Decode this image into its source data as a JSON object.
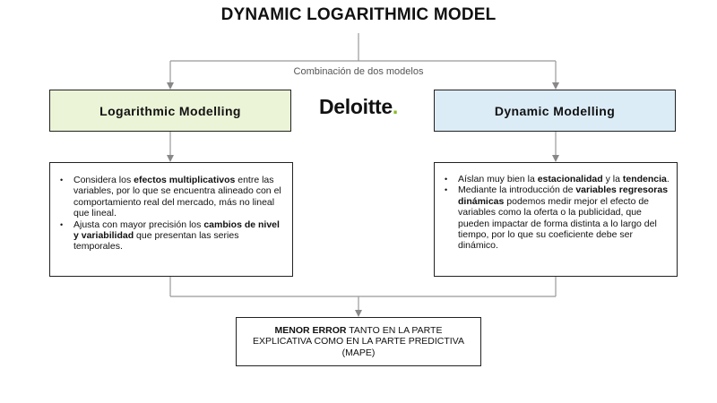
{
  "title": "DYNAMIC LOGARITHMIC MODEL",
  "combination_label": "Combinación de dos modelos",
  "logo": {
    "name": "Deloitte",
    "dot": ".",
    "dot_color": "#86bc25"
  },
  "left_model": {
    "label": "Logarithmic Modelling",
    "fill_color": "#ebf4d7",
    "bullets": [
      [
        {
          "text": "Considera los ",
          "bold": false
        },
        {
          "text": "efectos multiplicativos",
          "bold": true
        },
        {
          "text": " entre las variables, por lo que se encuentra alineado con el comportamiento real del mercado, más no lineal que lineal.",
          "bold": false
        }
      ],
      [
        {
          "text": "Ajusta con mayor precisión los ",
          "bold": false
        },
        {
          "text": "cambios de nivel y variabilidad",
          "bold": true
        },
        {
          "text": " que presentan las series temporales.",
          "bold": false
        }
      ]
    ]
  },
  "right_model": {
    "label": "Dynamic Modelling",
    "fill_color": "#dcecf7",
    "bullets": [
      [
        {
          "text": "Aíslan muy bien la ",
          "bold": false
        },
        {
          "text": "estacionalidad",
          "bold": true
        },
        {
          "text": " y la ",
          "bold": false
        },
        {
          "text": "tendencia",
          "bold": true
        },
        {
          "text": ".",
          "bold": false
        }
      ],
      [
        {
          "text": "Mediante la introducción de ",
          "bold": false
        },
        {
          "text": "variables regresoras dinámicas",
          "bold": true
        },
        {
          "text": " podemos medir mejor el efecto de variables como la oferta o la publicidad, que pueden impactar de forma distinta a lo largo del tiempo, por lo que su coeficiente debe ser dinámico.",
          "bold": false
        }
      ]
    ]
  },
  "result": {
    "bold_text": "MENOR ERROR",
    "text": " TANTO EN LA PARTE EXPLICATIVA COMO EN LA PARTE PREDICTIVA (MAPE)"
  }
}
